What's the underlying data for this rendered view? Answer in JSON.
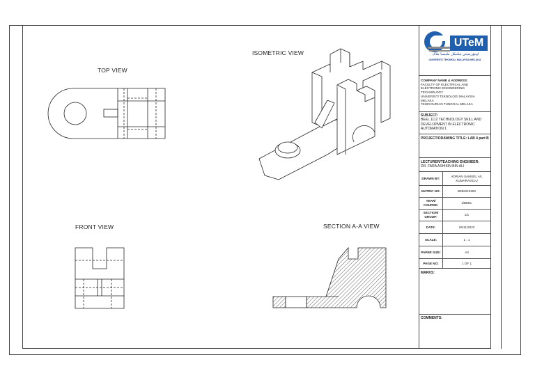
{
  "views": {
    "top": "TOP VIEW",
    "isometric": "ISOMETRIC VIEW",
    "front": "FRONT VIEW",
    "section": "SECTION A-A VIEW"
  },
  "title_block": {
    "logo": {
      "brand": "UTeM",
      "jawi": "اونيۏرسيتي تيكنيكل مليسيا ملاک",
      "university": "UNIVERSITI TEKNIKAL MALAYSIA MELAKA"
    },
    "company": {
      "label": "COMPANY NAME & ADDRESS:",
      "lines": [
        "FACULTY OF ELECTRICAL AND",
        "ELECTRONIC ENGINEERING",
        "TECHNOLOGY",
        "UNIVERSITI TEKNOLOGI MALAYSIA",
        "MELAKA",
        "76100 DURIAN TUNGGAL MELAKA"
      ]
    },
    "subject": {
      "label": "SUBJECT:",
      "value": "BEEL 1112 TECHNOLOGY SKILL AND DEVELOPMENT IN ELECTRONIC AUTOMATION 1"
    },
    "project": {
      "label": "PROJECT/DRAWING TITLE:",
      "value": "LAB 4 part B"
    },
    "lecturer": {
      "label": "LECTURER/TEACHING ENGINEER:",
      "value": "DR. FARA ASHIKIN BIN ALI"
    },
    "rows": [
      {
        "key": "DRAWN BY:",
        "value": "ADRIAN SAMUEL A/L KUMARAVELU"
      },
      {
        "key": "MATRIC NO:",
        "value": "B082210262"
      },
      {
        "key": "YEAR/ COURSE:",
        "value": "1/BEEL"
      },
      {
        "key": "SECTION/ GROUP:",
        "value": "1/1"
      },
      {
        "key": "DATE:",
        "value": "26/11/2022"
      },
      {
        "key": "SCALE:",
        "value": "1 : 1"
      },
      {
        "key": "PAPER SIZE:",
        "value": "A3"
      },
      {
        "key": "PAGE NO:",
        "value": "1 OF 1"
      }
    ],
    "marks_label": "MARKS:",
    "comments_label": "COMMENTS:"
  }
}
